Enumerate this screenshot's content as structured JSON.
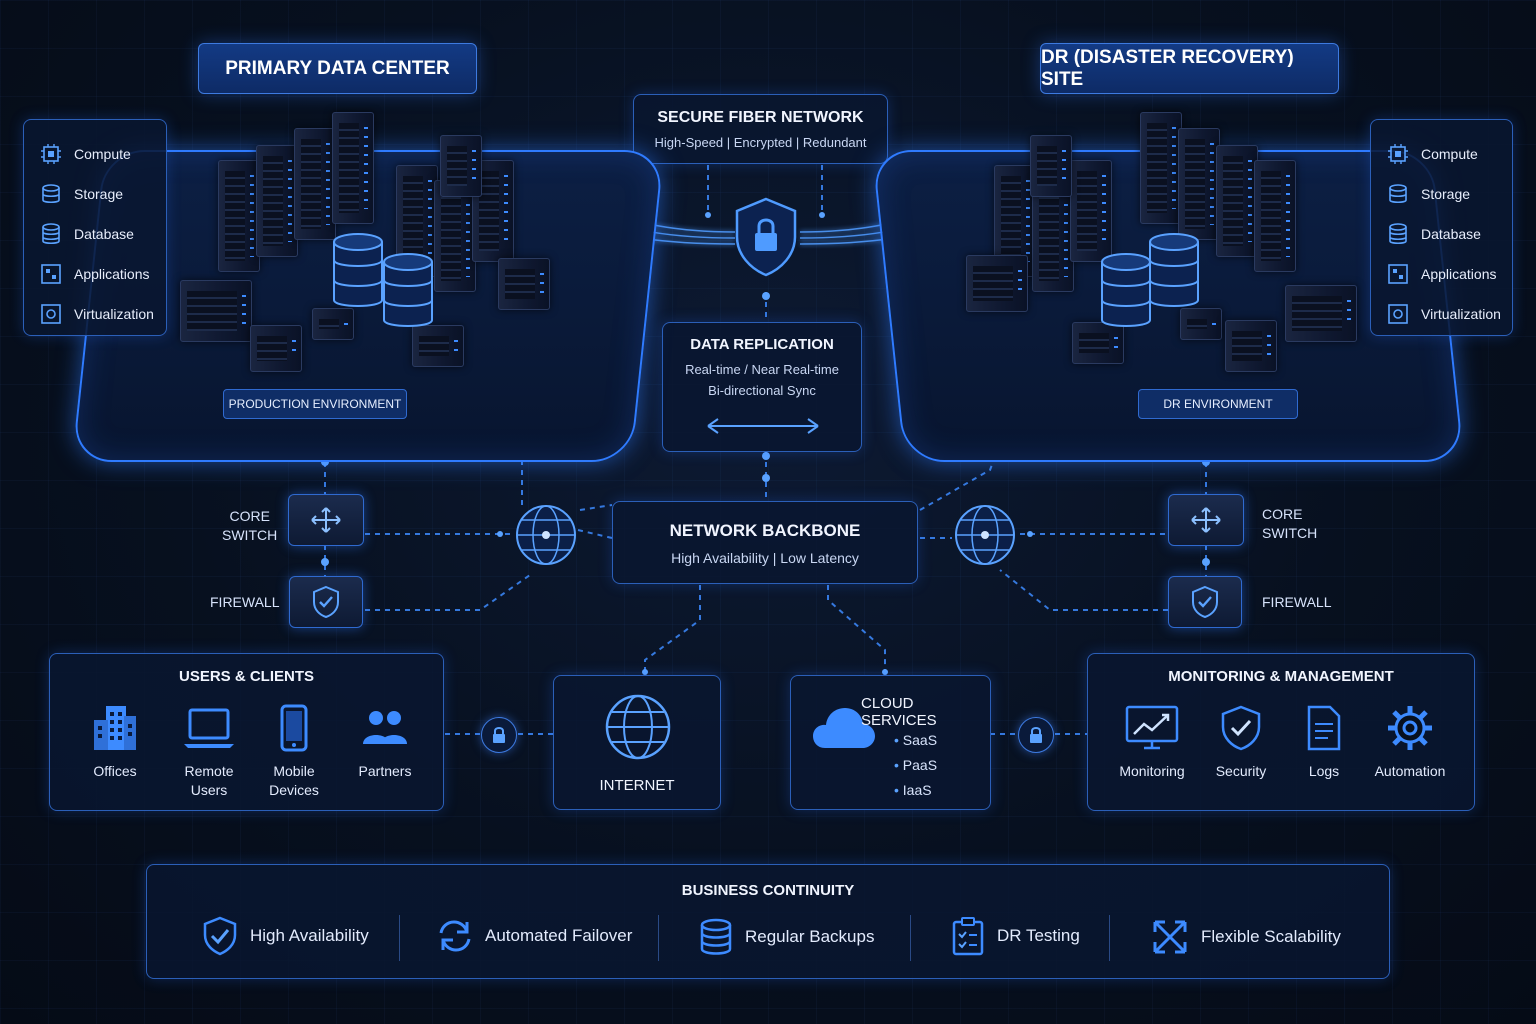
{
  "primary_site": {
    "title": "PRIMARY DATA CENTER",
    "environment_label": "PRODUCTION ENVIRONMENT",
    "services": [
      {
        "label": "Compute",
        "icon": "cpu-icon"
      },
      {
        "label": "Storage",
        "icon": "storage-icon"
      },
      {
        "label": "Database",
        "icon": "database-icon"
      },
      {
        "label": "Applications",
        "icon": "applications-icon"
      },
      {
        "label": "Virtualization",
        "icon": "virtualization-icon"
      }
    ],
    "core_switch": "CORE\nSWITCH",
    "firewall": "FIREWALL"
  },
  "dr_site": {
    "title": "DR (DISASTER RECOVERY) SITE",
    "environment_label": "DR ENVIRONMENT",
    "services": [
      {
        "label": "Compute",
        "icon": "cpu-icon"
      },
      {
        "label": "Storage",
        "icon": "storage-icon"
      },
      {
        "label": "Database",
        "icon": "database-icon"
      },
      {
        "label": "Applications",
        "icon": "applications-icon"
      },
      {
        "label": "Virtualization",
        "icon": "virtualization-icon"
      }
    ],
    "core_switch": "CORE\nSWITCH",
    "firewall": "FIREWALL"
  },
  "secure_fiber": {
    "title": "SECURE FIBER NETWORK",
    "subtitle": "High-Speed  |  Encrypted  |  Redundant"
  },
  "data_replication": {
    "title": "DATA REPLICATION",
    "line1": "Real-time / Near Real-time",
    "line2": "Bi-directional Sync"
  },
  "network_backbone": {
    "title": "NETWORK BACKBONE",
    "subtitle": "High Availability  |  Low Latency"
  },
  "users_clients": {
    "title": "USERS & CLIENTS",
    "items": [
      {
        "label": "Offices",
        "icon": "building-icon"
      },
      {
        "label": "Remote\nUsers",
        "icon": "laptop-icon"
      },
      {
        "label": "Mobile\nDevices",
        "icon": "mobile-icon"
      },
      {
        "label": "Partners",
        "icon": "people-icon"
      }
    ]
  },
  "internet": {
    "label": "INTERNET",
    "icon": "globe-icon"
  },
  "cloud_services": {
    "title": "CLOUD SERVICES",
    "items": [
      "SaaS",
      "PaaS",
      "IaaS"
    ],
    "icon": "cloud-icon"
  },
  "monitoring": {
    "title": "MONITORING & MANAGEMENT",
    "items": [
      {
        "label": "Monitoring",
        "icon": "monitor-chart-icon"
      },
      {
        "label": "Security",
        "icon": "shield-check-icon"
      },
      {
        "label": "Logs",
        "icon": "document-icon"
      },
      {
        "label": "Automation",
        "icon": "gear-icon"
      }
    ]
  },
  "business_continuity": {
    "title": "BUSINESS CONTINUITY",
    "items": [
      {
        "label": "High Availability",
        "icon": "shield-check-icon"
      },
      {
        "label": "Automated Failover",
        "icon": "sync-icon"
      },
      {
        "label": "Regular Backups",
        "icon": "database-icon"
      },
      {
        "label": "DR Testing",
        "icon": "clipboard-icon"
      },
      {
        "label": "Flexible Scalability",
        "icon": "expand-icon"
      }
    ]
  },
  "colors": {
    "accent": "#3d8bff",
    "glow": "#2f7bff",
    "panel_border": "#2b5fb8",
    "background": "#07101f"
  }
}
